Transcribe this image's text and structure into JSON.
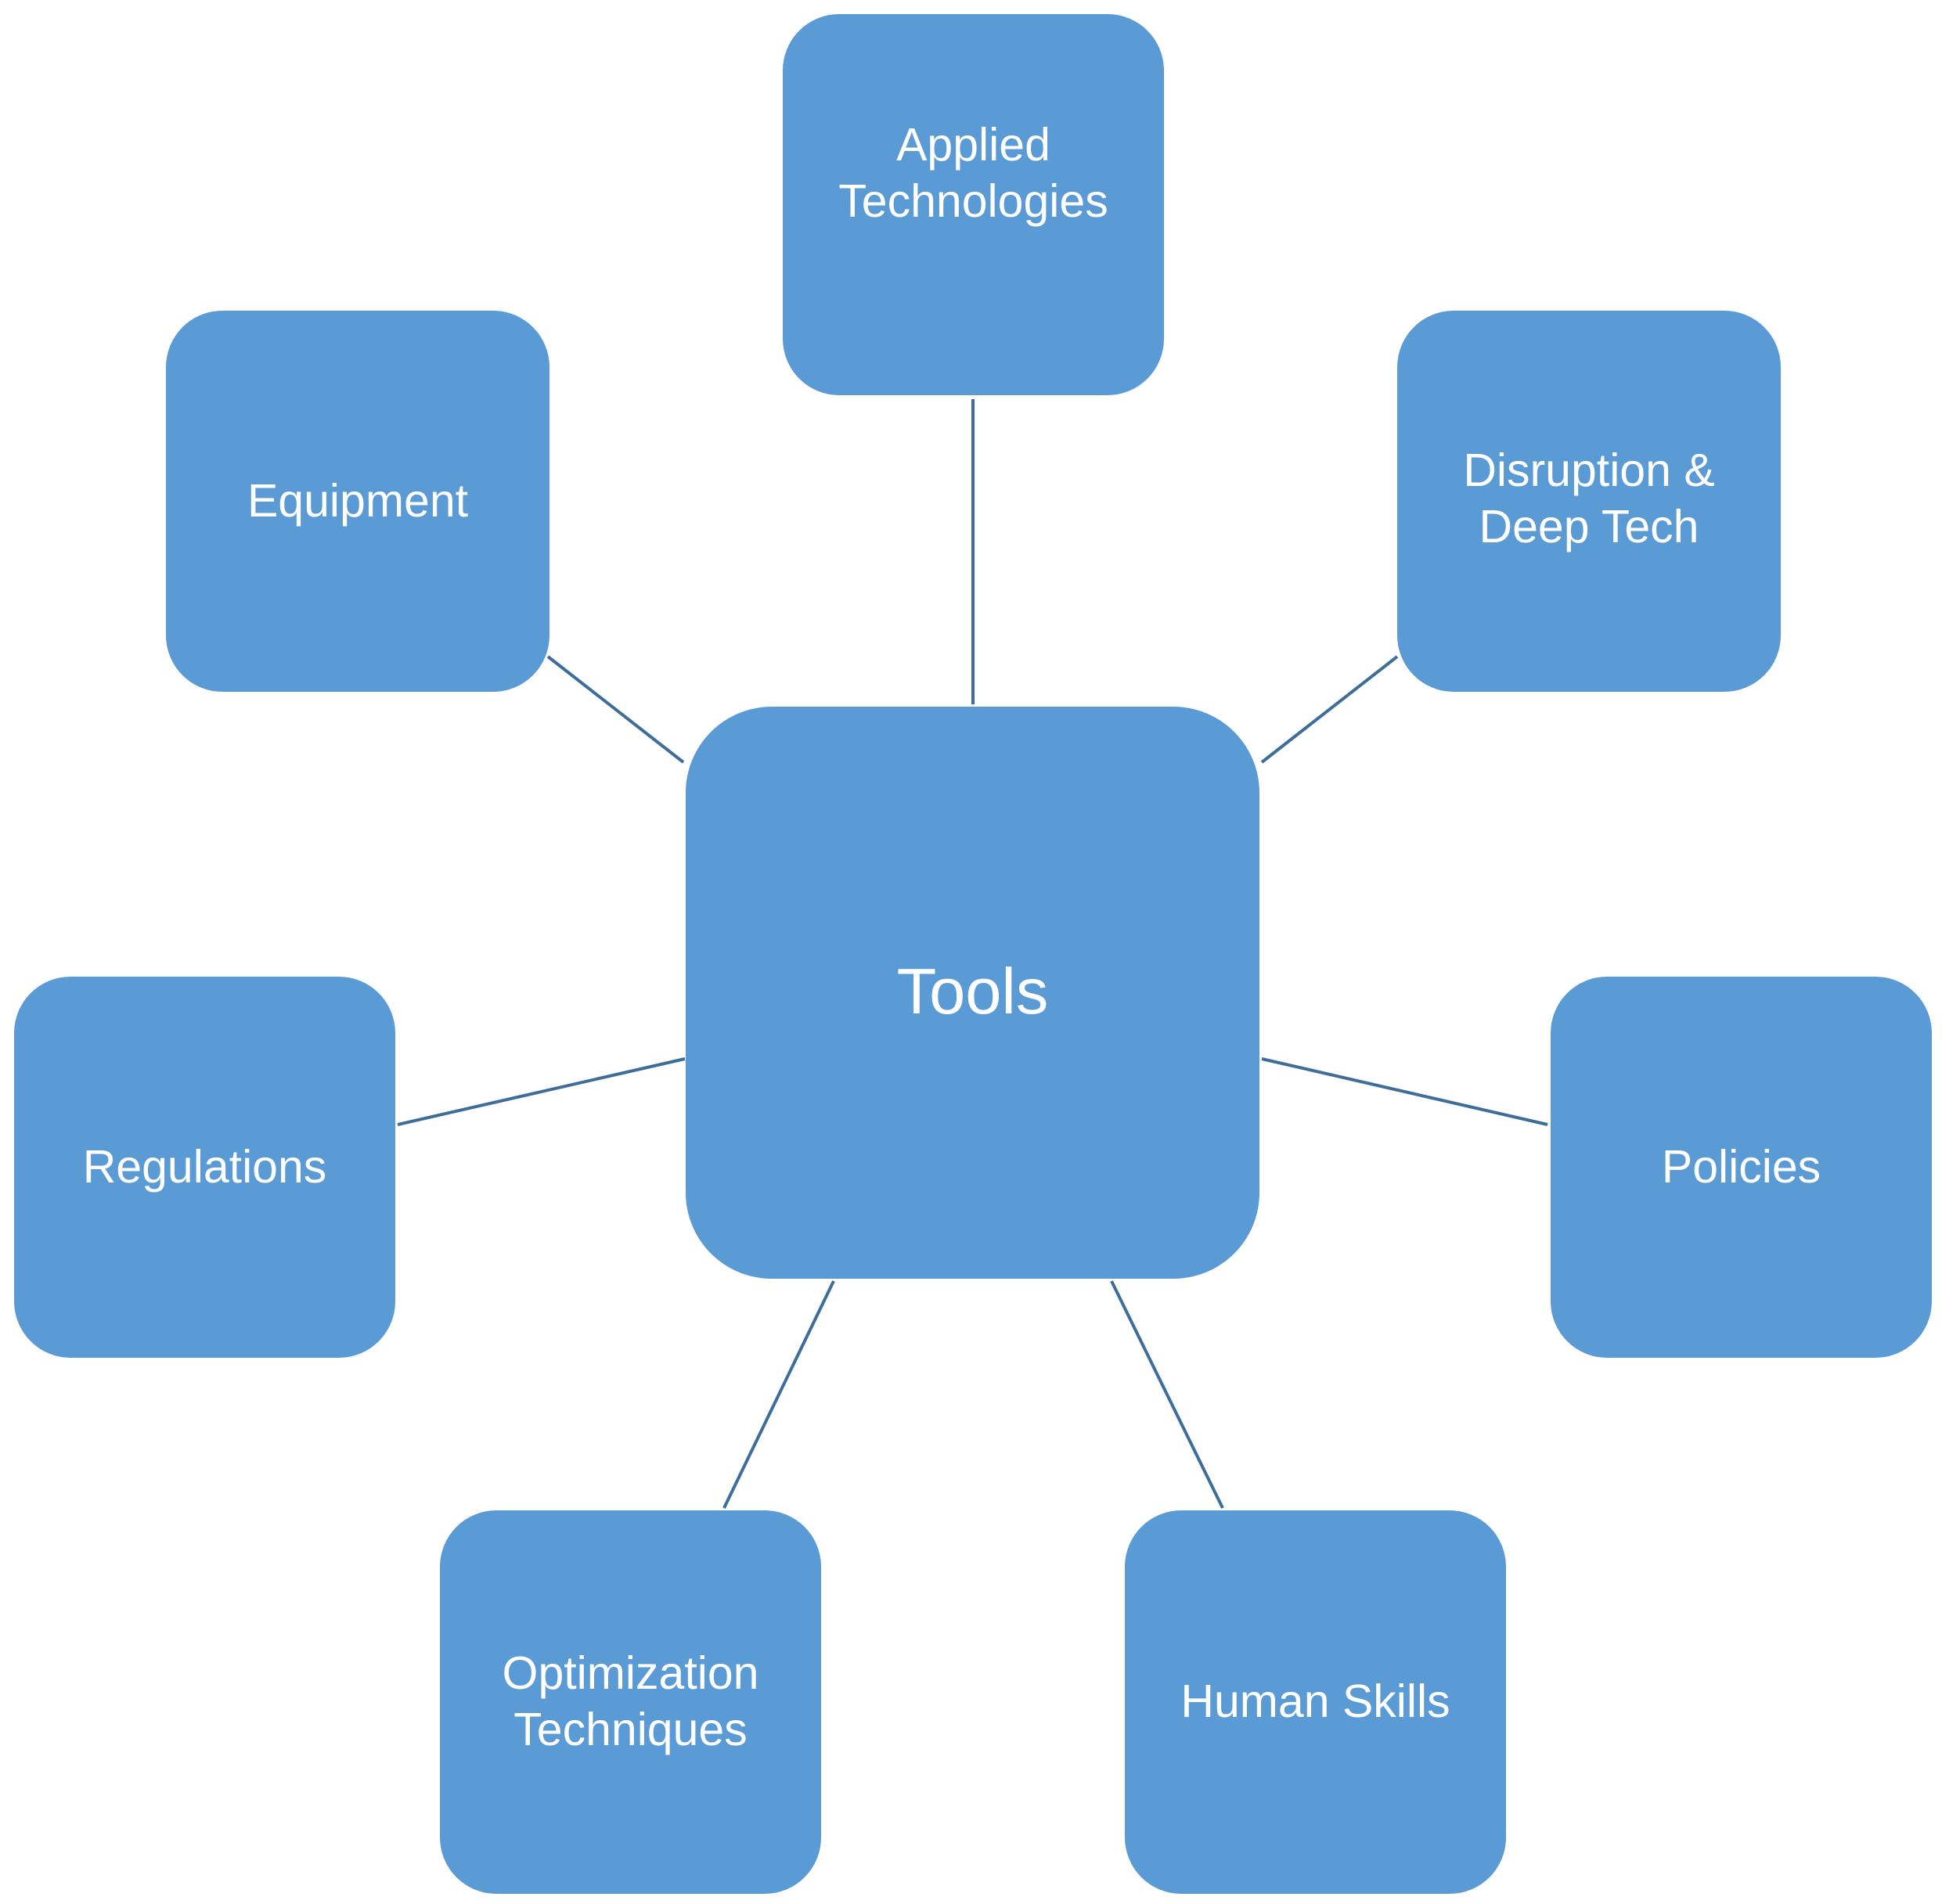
{
  "diagram": {
    "center": {
      "label": "Tools"
    },
    "nodes": [
      {
        "id": "applied-technologies",
        "label": "Applied\nTechnologies"
      },
      {
        "id": "disruption-deep-tech",
        "label": "Disruption &\nDeep Tech"
      },
      {
        "id": "policies",
        "label": "Policies"
      },
      {
        "id": "human-skills",
        "label": "Human Skills"
      },
      {
        "id": "optimization-techniques",
        "label": "Optimization\nTechniques"
      },
      {
        "id": "regulations",
        "label": "Regulations"
      },
      {
        "id": "equipment",
        "label": "Equipment"
      }
    ],
    "colors": {
      "box_fill": "#5b9bd5",
      "box_text": "#ffffff",
      "connector": "#3e6d99",
      "background": "#ffffff"
    }
  }
}
